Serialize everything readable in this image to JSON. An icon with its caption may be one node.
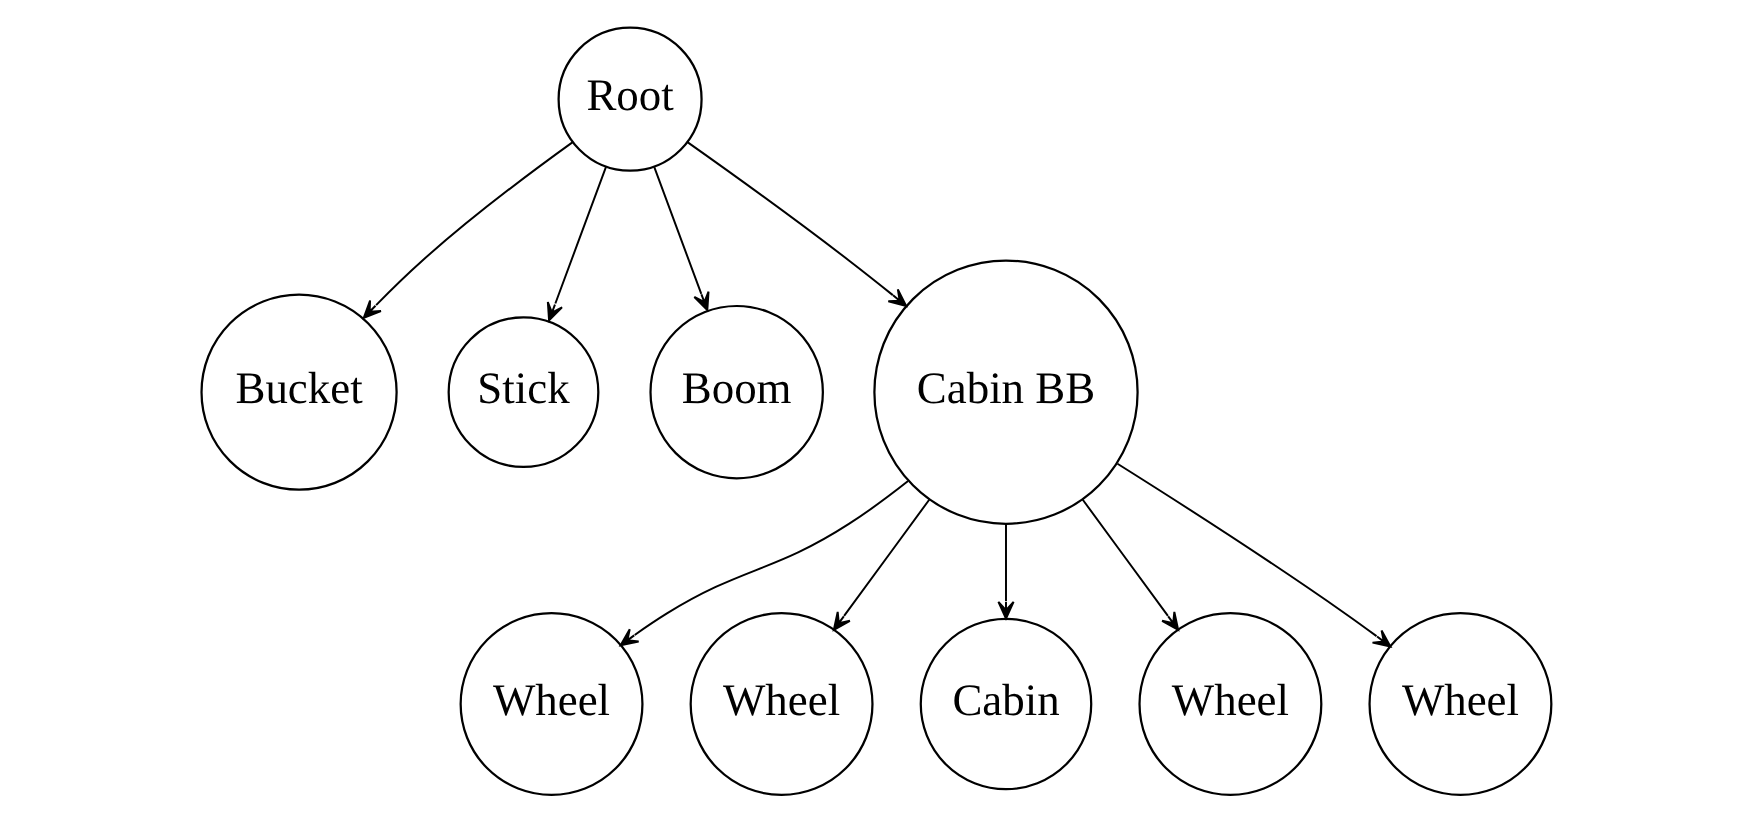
{
  "diagram": {
    "nodes": [
      {
        "text": [
          "Root"
        ]
      },
      {
        "text": [
          "Bucket"
        ]
      },
      {
        "text": [
          "Stick"
        ]
      },
      {
        "text": [
          "Boom"
        ]
      },
      {
        "text": [
          "Cabin BB"
        ]
      },
      {
        "text": [
          "Wheel"
        ]
      },
      {
        "text": [
          "Wheel"
        ]
      },
      {
        "text": [
          "Cabin"
        ]
      },
      {
        "text": [
          "Wheel"
        ]
      },
      {
        "text": [
          "Wheel"
        ]
      }
    ],
    "edges": [
      {
        "from": 0,
        "to": 1,
        "arrow": "to"
      },
      {
        "from": 0,
        "to": 2,
        "arrow": "to"
      },
      {
        "from": 0,
        "to": 3,
        "arrow": "to"
      },
      {
        "from": 0,
        "to": 4,
        "arrow": "to"
      },
      {
        "from": 4,
        "to": 5,
        "arrow": "to"
      },
      {
        "from": 4,
        "to": 6,
        "arrow": "to"
      },
      {
        "from": 4,
        "to": 7,
        "arrow": "to"
      },
      {
        "from": 4,
        "to": 8,
        "arrow": "to"
      },
      {
        "from": 4,
        "to": 9,
        "arrow": "to"
      }
    ]
  }
}
